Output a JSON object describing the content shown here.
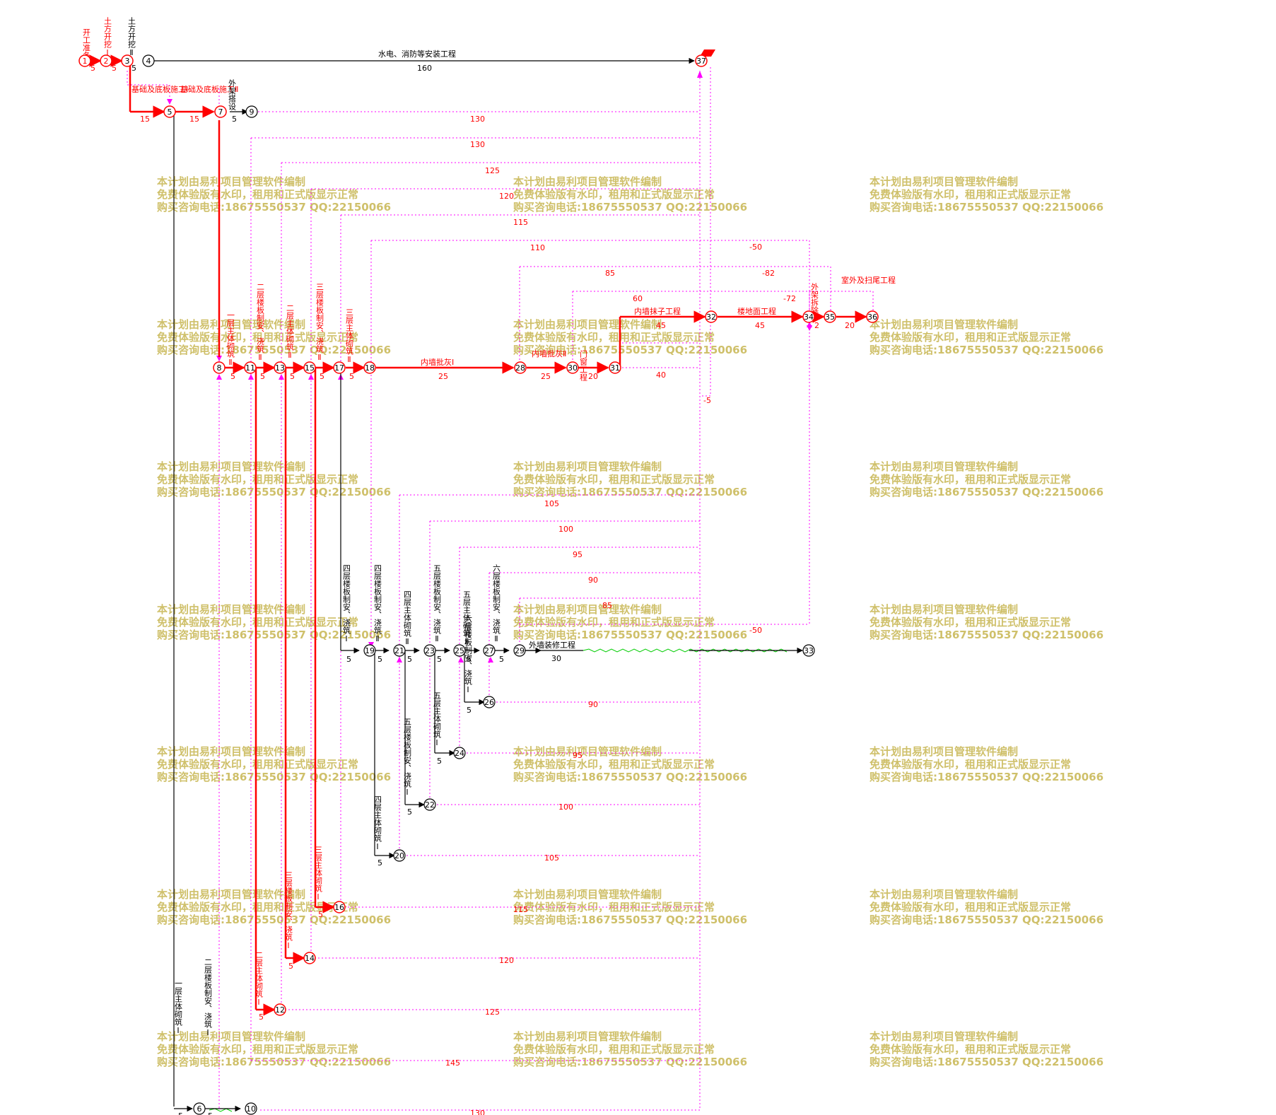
{
  "colors": {
    "critical": "#ff0000",
    "normal": "#000000",
    "dummy": "#ff00ff",
    "free_float": "#00cc00",
    "watermark": "#cfc06a"
  },
  "watermark_lines": [
    "本计划由易利项目管理软件编制",
    "免费体验版有水印，租用和正式版显示正常",
    "购买咨询电话:18675550537 QQ:22150066"
  ],
  "nodes": [
    "1",
    "2",
    "3",
    "4",
    "5",
    "6",
    "7",
    "8",
    "9",
    "10",
    "11",
    "12",
    "13",
    "14",
    "15",
    "16",
    "17",
    "18",
    "19",
    "20",
    "21",
    "22",
    "23",
    "24",
    "25",
    "26",
    "27",
    "28",
    "29",
    "30",
    "31",
    "32",
    "33",
    "34",
    "35",
    "36",
    "37"
  ],
  "activities": [
    {
      "name": "开工准备",
      "duration": "5"
    },
    {
      "name": "土方开挖Ⅰ",
      "duration": "5"
    },
    {
      "name": "土方开挖Ⅱ",
      "duration": "5"
    },
    {
      "name": "水电、消防等安装工程",
      "duration": "160"
    },
    {
      "name": "基础及底板施工Ⅰ",
      "duration": "15"
    },
    {
      "name": "基础及底板施工Ⅱ",
      "duration": "15"
    },
    {
      "name": "外架搭设",
      "duration": "5"
    },
    {
      "name": "一层主体砌筑Ⅰ",
      "duration": "5"
    },
    {
      "name": "二层楼板制安、浇筑Ⅰ",
      "duration": "5"
    },
    {
      "name": "一层主体砌筑Ⅱ",
      "duration": "5"
    },
    {
      "name": "二层楼板制安、浇筑Ⅱ",
      "duration": "5"
    },
    {
      "name": "二层主体砌筑Ⅰ",
      "duration": "5"
    },
    {
      "name": "二层主体砌筑Ⅱ",
      "duration": "5"
    },
    {
      "name": "三层楼板制安、浇筑Ⅰ",
      "duration": "5"
    },
    {
      "name": "三层楼板制安、浇筑Ⅱ",
      "duration": "5"
    },
    {
      "name": "三层主体砌筑Ⅰ",
      "duration": "5"
    },
    {
      "name": "三层主体砌筑Ⅱ",
      "duration": "5"
    },
    {
      "name": "四层楼板制安、浇筑Ⅰ",
      "duration": "5"
    },
    {
      "name": "四层楼板制安、浇筑Ⅱ",
      "duration": "5"
    },
    {
      "name": "四层主体砌筑Ⅰ",
      "duration": "5"
    },
    {
      "name": "四层主体砌筑Ⅱ",
      "duration": "5"
    },
    {
      "name": "五层楼板制安、浇筑Ⅰ",
      "duration": "5"
    },
    {
      "name": "五层楼板制安、浇筑Ⅱ",
      "duration": "5"
    },
    {
      "name": "五层主体砌筑Ⅰ",
      "duration": "5"
    },
    {
      "name": "五层主体砌筑Ⅱ",
      "duration": "5"
    },
    {
      "name": "六层楼板制安、浇筑Ⅰ",
      "duration": "5"
    },
    {
      "name": "六层楼板制安、浇筑Ⅱ",
      "duration": "5"
    },
    {
      "name": "外墙装修工程",
      "duration": "30"
    },
    {
      "name": "内墙批灰Ⅰ",
      "duration": "25"
    },
    {
      "name": "内墙批灰Ⅱ",
      "duration": "25"
    },
    {
      "name": "门窗工程",
      "duration": "20"
    },
    {
      "name": "内墙抹子工程",
      "duration": "45"
    },
    {
      "name": "楼地面工程",
      "duration": "45"
    },
    {
      "name": "外架拆除",
      "duration": "2"
    },
    {
      "name": "室外及扫尾工程",
      "duration": "20"
    }
  ],
  "dummy_floats": [
    "130",
    "130",
    "125",
    "120",
    "115",
    "110",
    "85",
    "60",
    "105",
    "100",
    "95",
    "90",
    "85",
    "90",
    "95",
    "100",
    "105",
    "115",
    "120",
    "125",
    "145",
    "130",
    "40",
    "-50",
    "-82",
    "-72",
    "-50",
    "-5"
  ]
}
